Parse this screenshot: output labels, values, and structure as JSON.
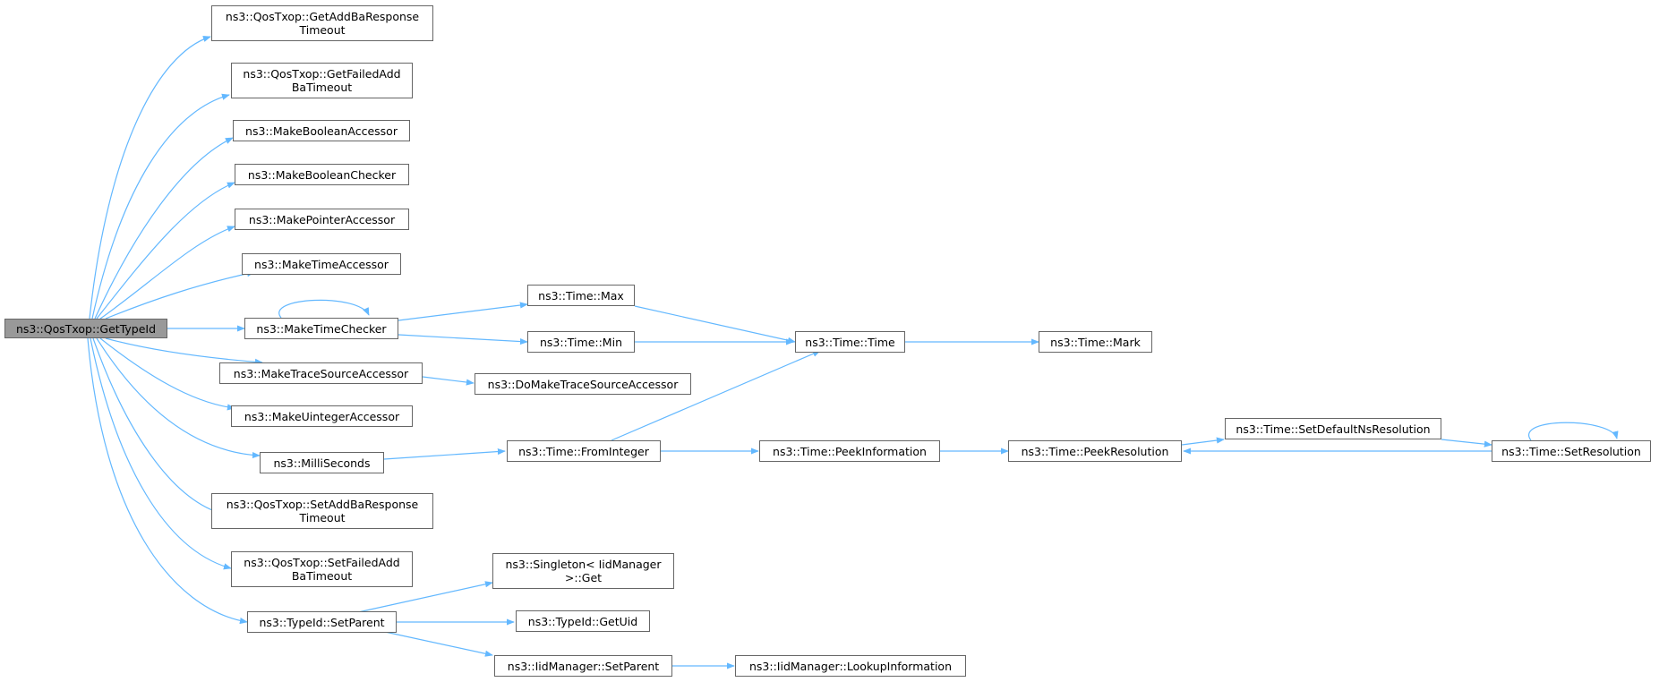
{
  "colors": {
    "edge": "#63b8ff",
    "root_fill": "#999999",
    "node_border": "#666666"
  },
  "nodes": {
    "root": "ns3::QosTxop::GetTypeId",
    "getaddbaresp": "ns3::QosTxop::GetAddBaResponse\nTimeout",
    "getfailedadd": "ns3::QosTxop::GetFailedAdd\nBaTimeout",
    "mkboolacc": "ns3::MakeBooleanAccessor",
    "mkboolchk": "ns3::MakeBooleanChecker",
    "mkptracc": "ns3::MakePointerAccessor",
    "mktimeacc": "ns3::MakeTimeAccessor",
    "mktimechk": "ns3::MakeTimeChecker",
    "mktraceacc": "ns3::MakeTraceSourceAccessor",
    "mkuintacc": "ns3::MakeUintegerAccessor",
    "millis": "ns3::MilliSeconds",
    "setaddbaresp": "ns3::QosTxop::SetAddBaResponse\nTimeout",
    "setfailedadd": "ns3::QosTxop::SetFailedAdd\nBaTimeout",
    "setparent": "ns3::TypeId::SetParent",
    "timemax": "ns3::Time::Max",
    "timemin": "ns3::Time::Min",
    "domktrace": "ns3::DoMakeTraceSourceAccessor",
    "frominteger": "ns3::Time::FromInteger",
    "singletonget": "ns3::Singleton< IidManager\n>::Get",
    "getuid": "ns3::TypeId::GetUid",
    "iidsetparent": "ns3::IidManager::SetParent",
    "timetime": "ns3::Time::Time",
    "peekinfo": "ns3::Time::PeekInformation",
    "lookupinfo": "ns3::IidManager::LookupInformation",
    "timemark": "ns3::Time::Mark",
    "peekres": "ns3::Time::PeekResolution",
    "setdefres": "ns3::Time::SetDefaultNsResolution",
    "setres": "ns3::Time::SetResolution"
  }
}
